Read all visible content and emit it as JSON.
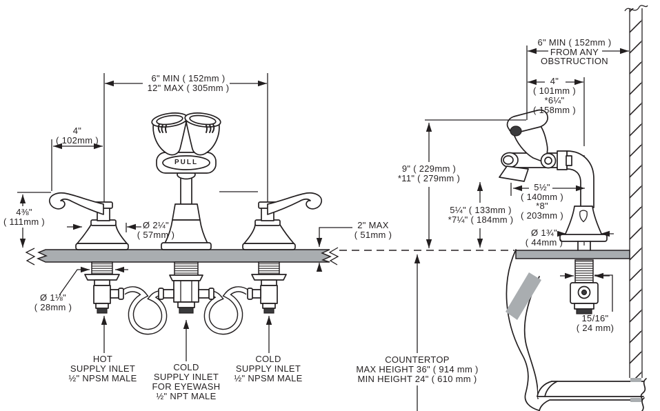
{
  "colors": {
    "line": "#231f20",
    "gray": "#a9adb0",
    "dark": "#3a3a3c",
    "bg": "#ffffff"
  },
  "left": {
    "dim_spread": {
      "line1": "6\" MIN ( 152mm )",
      "line2": "12\" MAX ( 305mm )"
    },
    "dim_handle_center": {
      "line1": "4\"",
      "line2": "( 102mm )"
    },
    "dim_handle_height": {
      "line1": "4⅜\"",
      "line2": "( 111mm )"
    },
    "dim_escutcheon_dia": {
      "line1": "Ø 2¼\"",
      "line2": "( 57mm )"
    },
    "dim_deck_thickness": {
      "line1": "2\" MAX",
      "line2": "( 51mm )"
    },
    "dim_shank_dia": {
      "line1": "Ø 1⅛\"",
      "line2": "( 28mm )"
    },
    "eyewash_pull_label": "PULL",
    "label_hot_inlet": {
      "line1": "HOT",
      "line2": "SUPPLY INLET",
      "line3": "½\" NPSM MALE"
    },
    "label_eyewash_inlet": {
      "line1": "COLD",
      "line2": "SUPPLY INLET",
      "line3": "FOR EYEWASH",
      "line4": "½\" NPT MALE"
    },
    "label_cold_inlet": {
      "line1": "COLD",
      "line2": "SUPPLY INLET",
      "line3": "½\" NPSM MALE"
    }
  },
  "right": {
    "dim_obstruction": {
      "line1": "6\" MIN ( 152mm )",
      "line2": "FROM ANY",
      "line3": "OBSTRUCTION"
    },
    "dim_head_setback": {
      "line1": "4\"",
      "line2": "( 101mm )",
      "line3": "*6¼\"",
      "line4": "( 158mm )"
    },
    "dim_head_height": {
      "line1": "9\" ( 229mm )",
      "line2": "*11\" ( 279mm )"
    },
    "dim_spout_reach": {
      "line1": "5½\"",
      "line2": "( 140mm )",
      "line3": "*8\"",
      "line4": "( 203mm )"
    },
    "dim_spout_height": {
      "line1": "5¼\" ( 133mm )",
      "line2": "*7¼\" ( 184mm )"
    },
    "dim_base_dia": {
      "line1": "Ø 1¾\"",
      "line2": "( 44mm )"
    },
    "dim_shank_dia": {
      "line1": "15/16\"",
      "line2": "( 24 mm)"
    },
    "label_countertop": {
      "line1": "COUNTERTOP",
      "line2": "MAX HEIGHT 36\" ( 914 mm )",
      "line3": "MIN HEIGHT 24\" ( 610 mm )"
    }
  }
}
